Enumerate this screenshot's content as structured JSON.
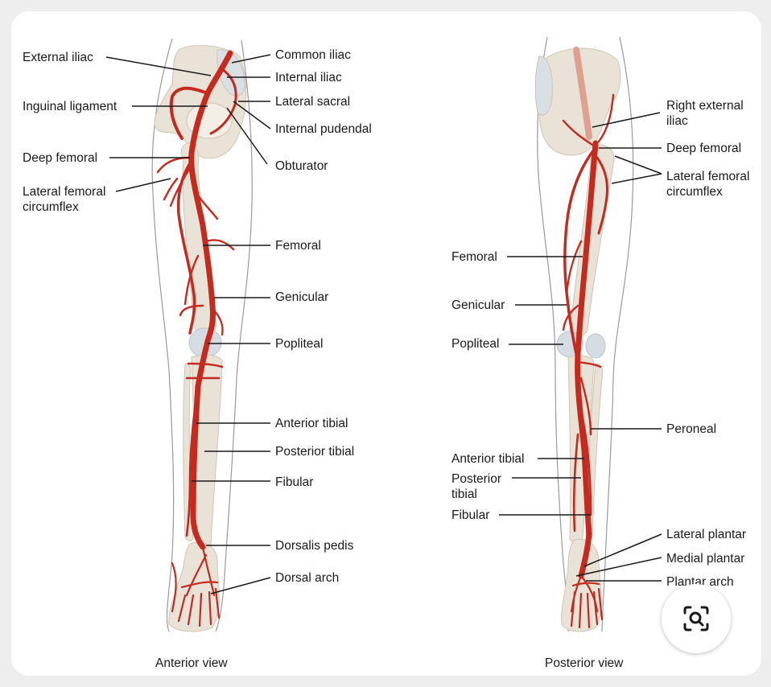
{
  "anterior": {
    "caption": "Anterior view",
    "labels": {
      "external_iliac": "External iliac",
      "inguinal_ligament": "Inguinal ligament",
      "deep_femoral": "Deep femoral",
      "lateral_femoral_circumflex": "Lateral femoral\ncircumflex",
      "common_iliac": "Common iliac",
      "internal_iliac": "Internal iliac",
      "lateral_sacral": "Lateral sacral",
      "internal_pudendal": "Internal pudendal",
      "obturator": "Obturator",
      "femoral": "Femoral",
      "genicular": "Genicular",
      "popliteal": "Popliteal",
      "anterior_tibial": "Anterior tibial",
      "posterior_tibial": "Posterior tibial",
      "fibular": "Fibular",
      "dorsalis_pedis": "Dorsalis pedis",
      "dorsal_arch": "Dorsal arch"
    }
  },
  "posterior": {
    "caption": "Posterior view",
    "labels": {
      "right_external_iliac": "Right external\niliac",
      "deep_femoral": "Deep femoral",
      "lateral_femoral_circumflex": "Lateral femoral\ncircumflex",
      "femoral": "Femoral",
      "genicular": "Genicular",
      "popliteal": "Popliteal",
      "peroneal": "Peroneal",
      "anterior_tibial": "Anterior tibial",
      "posterior_tibial": "Posterior\ntibial",
      "fibular": "Fibular",
      "lateral_plantar": "Lateral plantar",
      "medial_plantar": "Medial plantar",
      "plantar_arch": "Plantar arch"
    }
  },
  "colors": {
    "artery": "#c62a1e",
    "bone": "#e9e2d6",
    "skin_outline": "#9a9a9a",
    "leader": "#1a1a1a"
  },
  "icons": {
    "visual_search": "visual-search-icon"
  }
}
